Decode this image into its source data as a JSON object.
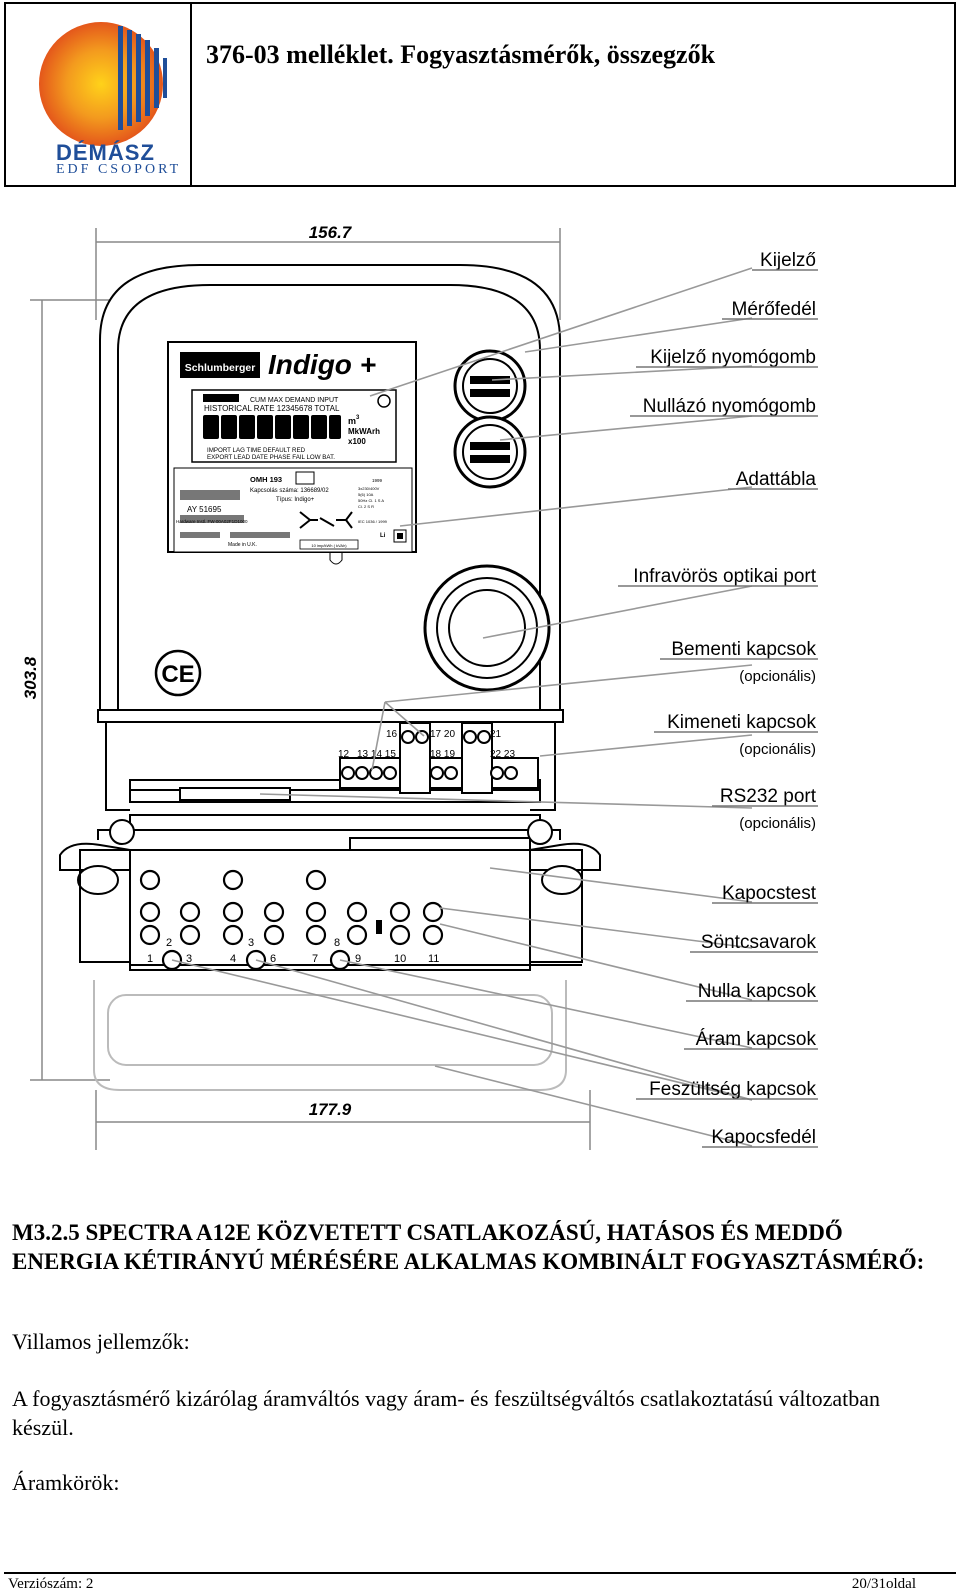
{
  "header": {
    "title": "376-03 melléklet. Fogyasztásmérők, összegzők",
    "logo": {
      "name": "DÉMÁSZ",
      "group": "EDF CSOPORT"
    }
  },
  "figure": {
    "dim_width_top": "156.7",
    "dim_height": "303.8",
    "dim_width_bottom": "177.9",
    "meter": {
      "brand": "Schlumberger",
      "model": "Indigo +",
      "display_top": "CUM  MAX  DEMAND  INPUT",
      "display_row2": "HISTORICAL  RATE  12345678  TOTAL",
      "unit1": "m",
      "unit1_exp": "3",
      "unit2": "MkWArh",
      "unit3": "x100",
      "status1": "IMPORT    LAG    TIME    DEFAULT        RED",
      "status2": "EXPORT    LEAD   DATE    PHASE FAIL    LOW BAT.",
      "omh": "OMH   193",
      "kapcsolas": "Kapcsolás száma: 136689/02",
      "tipus": "Típus: Indigo+",
      "serial": "AY 51695",
      "hardware": "Hardware Instl. FW-00A02F1D1000",
      "made_in": "Made in U.K.",
      "pulse": "10 imp/kWh ( kVAh)",
      "year": "1999",
      "specs": [
        "3x230/400V",
        "5(6) 10A",
        "50Hz    Cl. 1 S A",
        "           Cl. 2 S R"
      ],
      "iec": "IEC 1036 / 1999",
      "li": "Li",
      "terminals_top": [
        "16",
        "17 20",
        "21"
      ],
      "terminals_bottom": [
        "12",
        "13 14 15",
        "18 19",
        "22 23"
      ],
      "block_numbers": [
        "1",
        "2",
        "3",
        "3",
        "4",
        "6",
        "7",
        "8",
        "9",
        "10",
        "11"
      ]
    },
    "callouts": [
      {
        "label": "Kijelző",
        "sub": ""
      },
      {
        "label": "Mérőfedél",
        "sub": ""
      },
      {
        "label": "Kijelző nyomógomb",
        "sub": ""
      },
      {
        "label": "Nullázó nyomógomb",
        "sub": ""
      },
      {
        "label": "Adattábla",
        "sub": ""
      },
      {
        "label": "Infravörös optikai port",
        "sub": ""
      },
      {
        "label": "Bementi kapcsok",
        "sub": "(opcionális)"
      },
      {
        "label": "Kimeneti kapcsok",
        "sub": "(opcionális)"
      },
      {
        "label": "RS232 port",
        "sub": "(opcionális)"
      },
      {
        "label": "Kapocstest",
        "sub": ""
      },
      {
        "label": "Söntcsavarok",
        "sub": ""
      },
      {
        "label": "Nulla kapcsok",
        "sub": ""
      },
      {
        "label": "Áram kapcsok",
        "sub": ""
      },
      {
        "label": "Feszültség kapcsok",
        "sub": ""
      },
      {
        "label": "Kapocsfedél",
        "sub": ""
      }
    ]
  },
  "section": {
    "heading": "M3.2.5 SPECTRA A12E KÖZVETETT CSATLAKOZÁSÚ, HATÁSOS ÉS MEDDŐ ENERGIA KÉTIRÁNYÚ MÉRÉSÉRE ALKALMAS KOMBINÁLT FOGYASZTÁSMÉRŐ:",
    "p1": "Villamos jellemzők:",
    "p2": "A fogyasztásmérő kizárólag áramváltós vagy áram- és feszültségváltós csatlakoztatású változatban készül.",
    "p3": "Áramkörök:"
  },
  "footer": {
    "version": "Verziószám: 2",
    "page": "20/31oldal"
  }
}
